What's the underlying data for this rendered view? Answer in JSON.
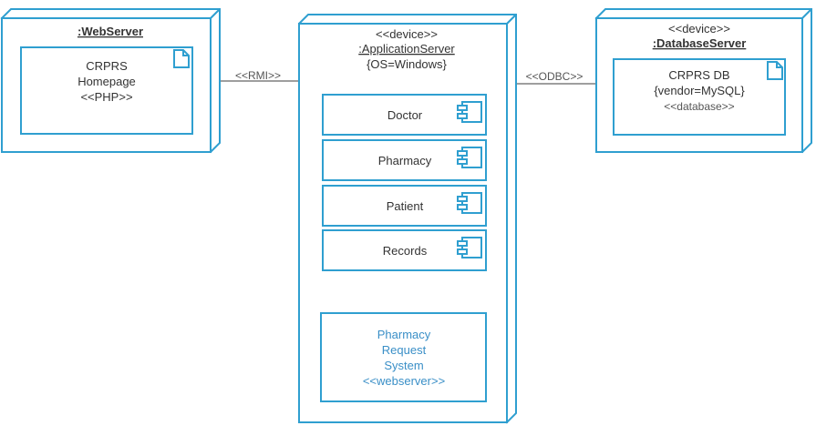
{
  "nodes": {
    "web_server": {
      "title": ":WebServer",
      "artifact": {
        "line1": "CRPRS",
        "line2": "Homepage",
        "line3": "<<PHP>>"
      }
    },
    "application_server": {
      "stereotype": "<<device>>",
      "title": ":ApplicationServer",
      "property": "{OS=Windows}",
      "components": [
        "Doctor",
        "Pharmacy",
        "Patient",
        "Records"
      ],
      "subsystem": {
        "line1": "Pharmacy",
        "line2": "Request",
        "line3": "System",
        "line4": "<<webserver>>"
      }
    },
    "database_server": {
      "stereotype": "<<device>>",
      "title": ":DatabaseServer",
      "artifact": {
        "line1": "CRPRS DB",
        "line2": "{vendor=MySQL}",
        "line3": "<<database>>"
      }
    }
  },
  "connections": {
    "rmi": "<<RMI>>",
    "odbc": "<<ODBC>>"
  },
  "colors": {
    "node_stroke": "#2f9fd0",
    "connector": "#7f7f7f",
    "subsystem_text": "#3a8fc7"
  },
  "icons": {
    "artifact": "document-icon",
    "component": "component-icon"
  }
}
